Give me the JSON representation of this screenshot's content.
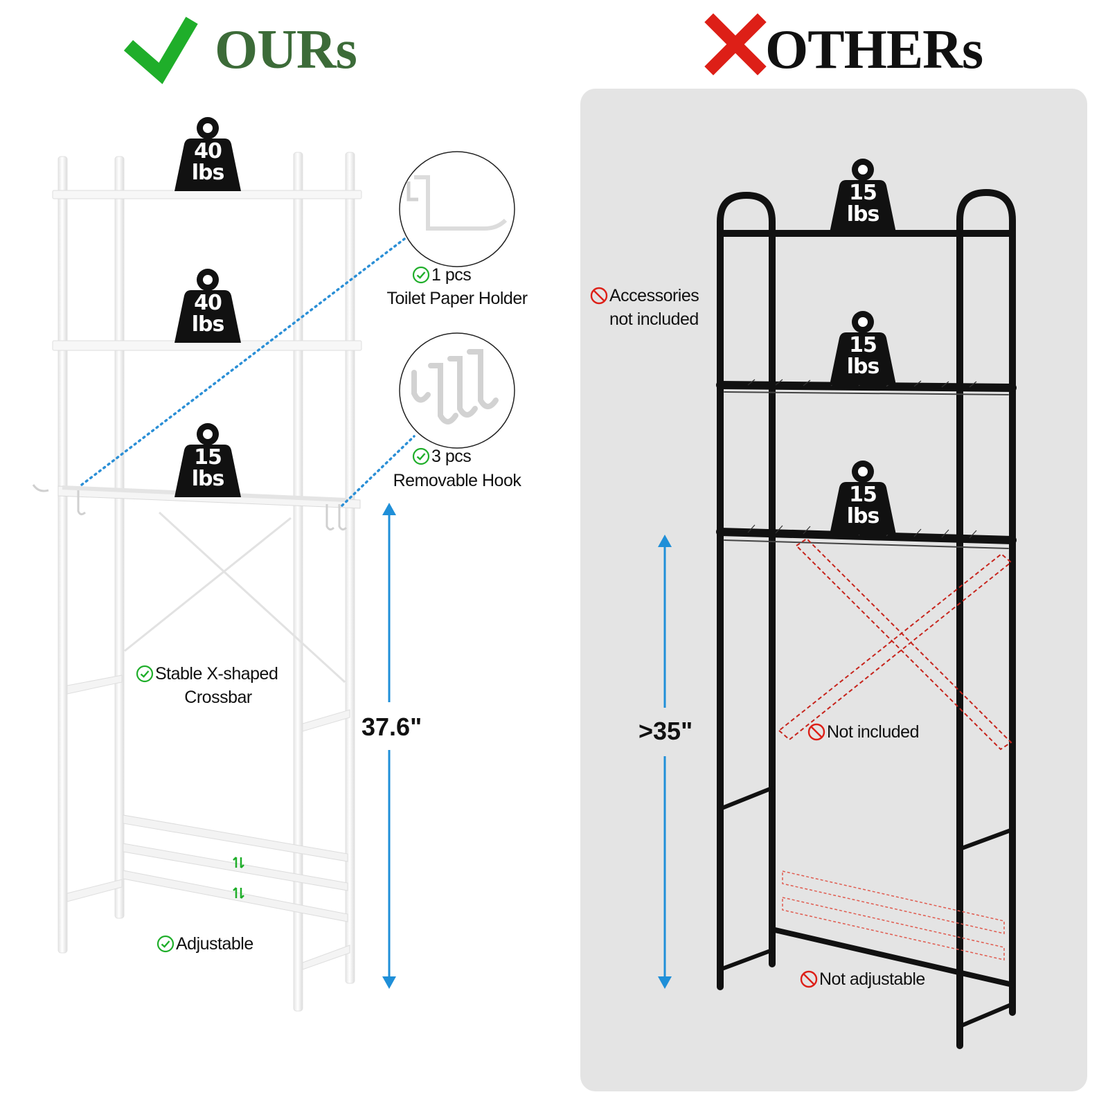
{
  "headings": {
    "ours": "OURs",
    "others": "OTHERs"
  },
  "colors": {
    "ours_accent": "#1fae2a",
    "ours_title": "#3c6b38",
    "others_x": "#dd1f17",
    "dimension_arrow": "#1f8fd8",
    "dotted_leader": "#2b8fd6",
    "red_dashed": "#c7251d",
    "panel_bg": "#e4e4e4"
  },
  "ours": {
    "weights": [
      {
        "value": "40",
        "unit": "lbs"
      },
      {
        "value": "40",
        "unit": "lbs"
      },
      {
        "value": "15",
        "unit": "lbs"
      }
    ],
    "toilet_holder": {
      "qty": "1 pcs",
      "name": "Toilet Paper Holder"
    },
    "hook": {
      "qty": "3 pcs",
      "name": "Removable Hook"
    },
    "crossbar": {
      "line1": "Stable X-shaped",
      "line2": "Crossbar"
    },
    "adjustable": "Adjustable",
    "height": "37.6\""
  },
  "others": {
    "weights": [
      {
        "value": "15",
        "unit": "lbs"
      },
      {
        "value": "15",
        "unit": "lbs"
      },
      {
        "value": "15",
        "unit": "lbs"
      }
    ],
    "accessories": {
      "line1": "Accessories",
      "line2": "not included"
    },
    "crossbar_note": "Not included",
    "adjust_note": "Not adjustable",
    "height": ">35\""
  },
  "icons": {
    "ours": "check-mark-icon",
    "others": "x-mark-icon",
    "included": "check-circle-icon",
    "excluded": "prohibited-icon",
    "weight": "weight-icon",
    "adjust": "up-down-arrows-icon"
  }
}
